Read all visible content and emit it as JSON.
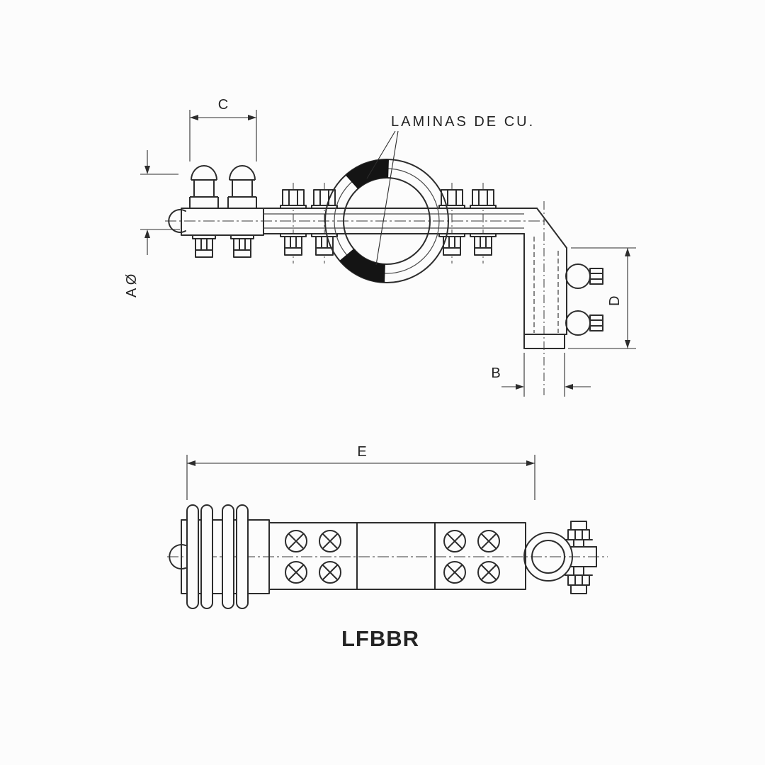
{
  "drawing": {
    "title": "LFBBR",
    "annotation": "LAMINAS DE CU.",
    "dimension_labels": {
      "clamp_width": "C",
      "conductor_diameter": "A Ø",
      "pad_height": "D",
      "pad_width": "B",
      "overall_length": "E"
    },
    "colors": {
      "line": "#2d2d2d",
      "background": "#fcfcfc",
      "laminate_fill": "#141414"
    }
  }
}
